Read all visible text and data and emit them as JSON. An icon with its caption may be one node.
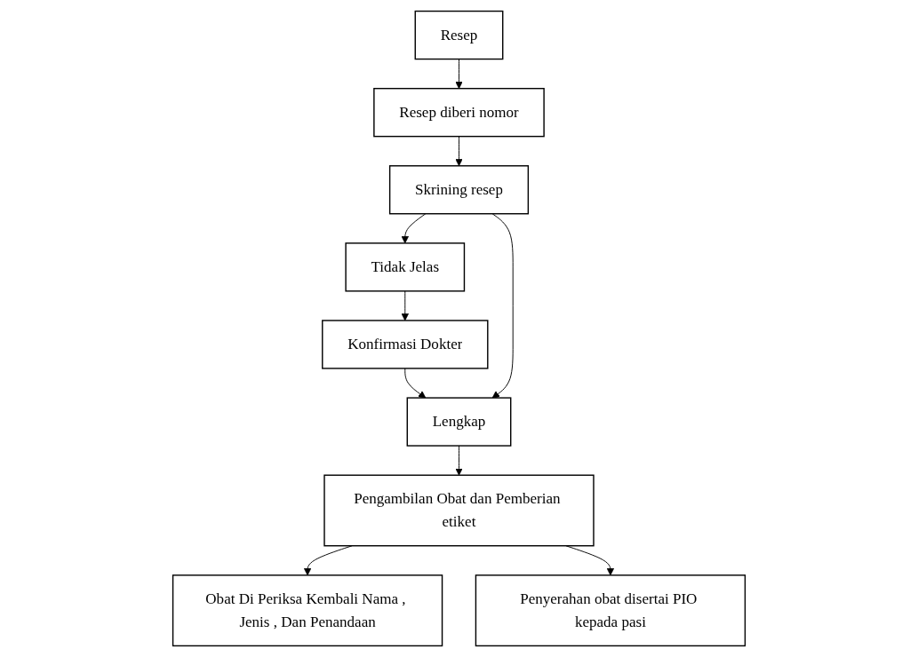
{
  "diagram": {
    "nodes": [
      {
        "text": [
          "Resep"
        ]
      },
      {
        "text": [
          "Resep diberi nomor"
        ]
      },
      {
        "text": [
          "Skrining resep"
        ]
      },
      {
        "text": [
          "Tidak Jelas"
        ]
      },
      {
        "text": [
          "Lengkap"
        ]
      },
      {
        "text": [
          "Konfirmasi Dokter"
        ]
      },
      {
        "text": [
          "Pengambilan Obat dan Pemberian etiket"
        ]
      },
      {
        "text": [
          "Obat Di Periksa Kembali Nama , Jenis , Dan Penandaan"
        ]
      },
      {
        "text": [
          "Penyerahan obat disertai PIO kepada pasi"
        ]
      }
    ],
    "edges": [
      {
        "from": 0,
        "to": 1,
        "arrow": "to"
      },
      {
        "from": 1,
        "to": 2,
        "arrow": "to"
      },
      {
        "from": 2,
        "to": 3,
        "arrow": "to"
      },
      {
        "from": 3,
        "to": 5,
        "arrow": "to"
      },
      {
        "from": 5,
        "to": 4,
        "arrow": "to"
      },
      {
        "from": 2,
        "to": 4,
        "arrow": "to"
      },
      {
        "from": 4,
        "to": 6,
        "arrow": "to"
      },
      {
        "from": 6,
        "to": 7,
        "arrow": "to"
      },
      {
        "from": 6,
        "to": 8,
        "arrow": "to"
      }
    ]
  }
}
